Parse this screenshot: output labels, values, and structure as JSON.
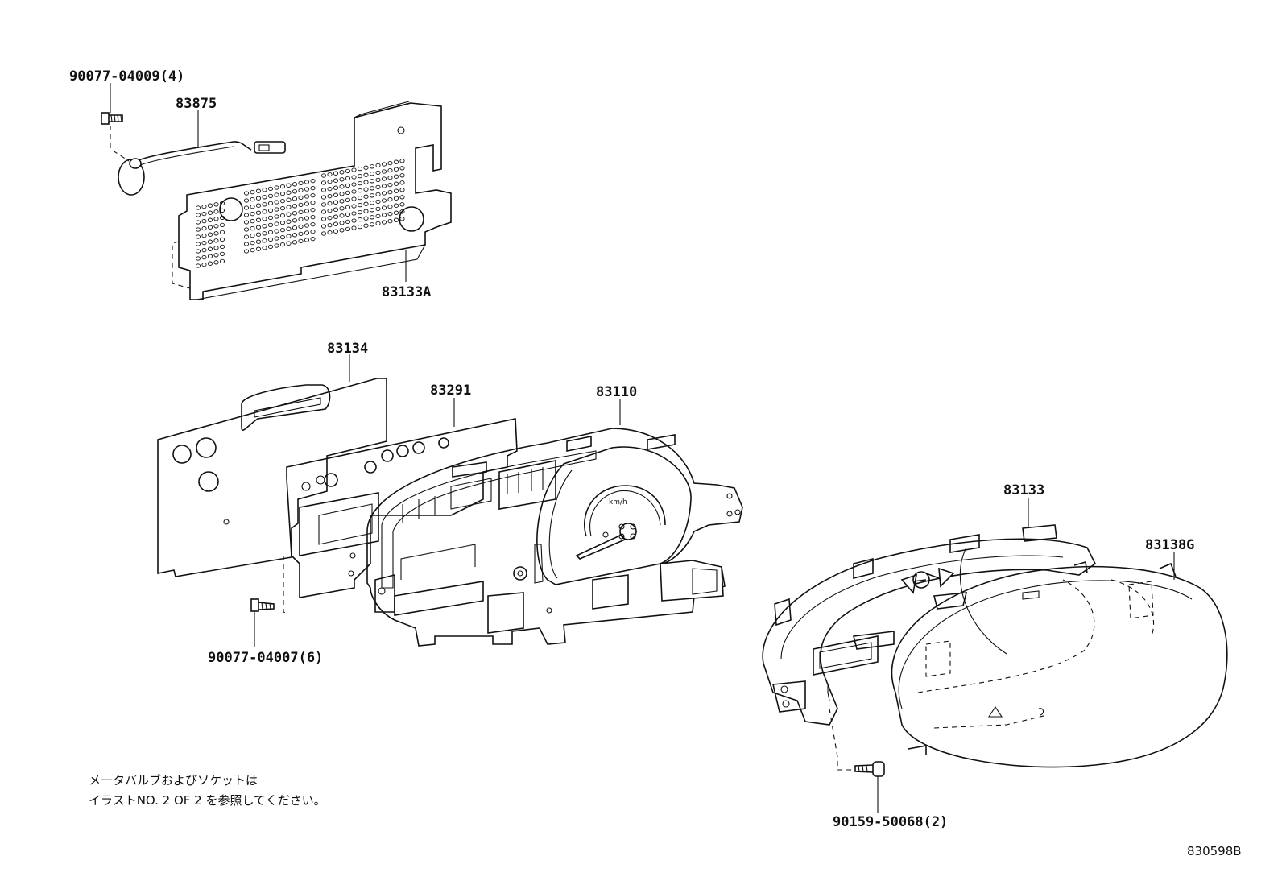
{
  "parts": [
    {
      "id": "p1",
      "label": "90077-04009(4)"
    },
    {
      "id": "p2",
      "label": "83875"
    },
    {
      "id": "p3",
      "label": "83133A"
    },
    {
      "id": "p4",
      "label": "83134"
    },
    {
      "id": "p5",
      "label": "83291"
    },
    {
      "id": "p6",
      "label": "83110"
    },
    {
      "id": "p7",
      "label": "90077-04007(6)"
    },
    {
      "id": "p8",
      "label": "83133"
    },
    {
      "id": "p9",
      "label": "83138G"
    },
    {
      "id": "p10",
      "label": "90159-50068(2)"
    }
  ],
  "gauge_unit": "km/h",
  "note": {
    "line1": "メータバルブおよびソケットは",
    "line2": "イラストNO. 2 OF 2 を参照してください。"
  },
  "figure_id": "830598B"
}
